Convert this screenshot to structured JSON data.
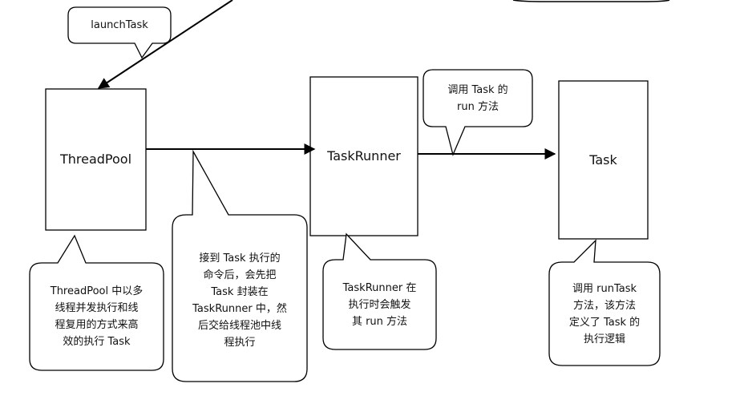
{
  "boxes": {
    "threadpool": "ThreadPool",
    "taskrunner": "TaskRunner",
    "task": "Task"
  },
  "callouts": {
    "launch": "launchTask",
    "call_run": "调用 Task 的\nrun 方法",
    "threadpool_note": "ThreadPool 中以多\n线程并发执行和线\n程复用的方式来高\n效的执行 Task",
    "receive_note": "接到 Task 执行的\n命令后，会先把\nTask 封装在\nTaskRunner 中，然\n后交给线程池中线\n程执行",
    "runner_note": "TaskRunner 在\n执行时会触发\n其 run 方法",
    "task_note": "调用 runTask\n方法，该方法\n定义了 Task 的\n执行逻辑"
  }
}
